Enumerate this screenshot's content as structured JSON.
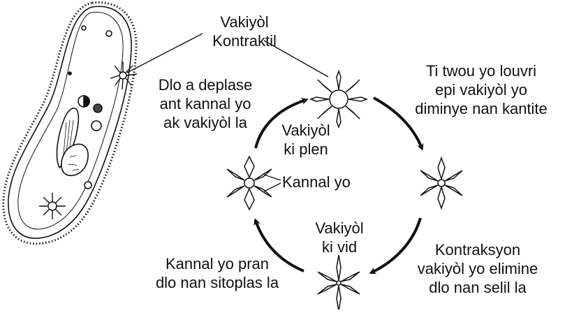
{
  "labels": {
    "contractile_vacuole": [
      "Vakiyòl",
      "Kontraktil"
    ],
    "hole_opens": [
      "Ti twou yo louvri",
      "epi vakiyòl yo",
      "diminye nan kantite"
    ],
    "water_moves": [
      "Dlo a deplase",
      "ant kannal yo",
      "ak vakiyòl la"
    ],
    "full_vacuole": [
      "Vakiyòl",
      "ki plen"
    ],
    "canals": "Kannal yo",
    "empty_vacuole": [
      "Vakiyòl",
      "ki vid"
    ],
    "canals_take_water": [
      "Kannal yo pran",
      "dlo nan sitoplas la"
    ],
    "contraction": [
      "Kontraksyon",
      "vakiyòl yo elimine",
      "dlo nan selil la"
    ]
  },
  "icons": {
    "paramecium": "paramecium-illustration",
    "vacuole_stages": [
      "vacuole-star-top",
      "vacuole-star-right",
      "vacuole-star-bottom",
      "vacuole-star-left"
    ],
    "cycle_arrows": [
      "arrow-top-right",
      "arrow-bottom-right",
      "arrow-bottom-left",
      "arrow-top-left"
    ]
  },
  "colors": {
    "ink": "#111111",
    "background": "#ffffff"
  }
}
